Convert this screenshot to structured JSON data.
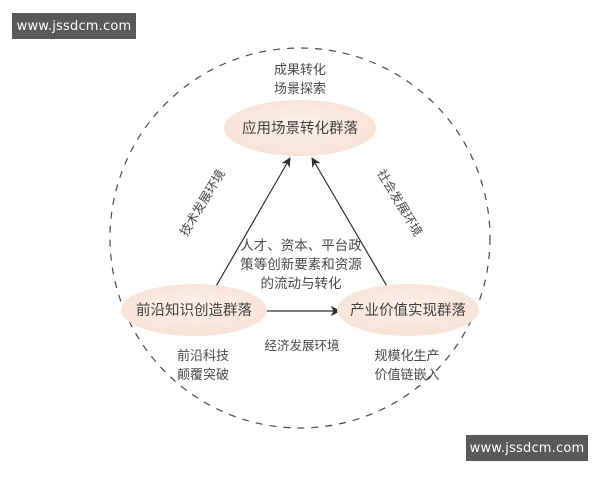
{
  "watermarks": [
    {
      "text": "www.jssdcm.com",
      "position": "top-left"
    },
    {
      "text": "www.jssdcm.com",
      "position": "bottom-right"
    }
  ],
  "diagram": {
    "type": "triangle-cluster-diagram",
    "boundary": {
      "shape": "dashed-circle",
      "label": ""
    },
    "colors": {
      "node_fill": "#f9e6da",
      "node_fill_light": "#fbf0e8",
      "text": "#3f3f3f",
      "arrow": "#333333",
      "boundary": "#4a4a4a",
      "watermark_bg": "#595959",
      "watermark_text": "#ffffff"
    },
    "nodes": [
      {
        "id": "top",
        "label": "应用场景转化群落"
      },
      {
        "id": "left",
        "label": "前沿知识创造群落"
      },
      {
        "id": "right",
        "label": "产业价值实现群落"
      }
    ],
    "node_captions": [
      {
        "id": "top",
        "lines": [
          "成果转化",
          "场景探索"
        ]
      },
      {
        "id": "left",
        "lines": [
          "前沿科技",
          "颠覆突破"
        ]
      },
      {
        "id": "right",
        "lines": [
          "规模化生产",
          "价值链嵌入"
        ]
      }
    ],
    "edge_labels": [
      {
        "id": "left-edge",
        "text": "技术发展环境",
        "rotation": -58
      },
      {
        "id": "right-edge",
        "text": "社会发展环境",
        "rotation": 58
      },
      {
        "id": "bottom-edge",
        "text": "经济发展环境",
        "rotation": 0
      }
    ],
    "center_note": {
      "lines": [
        "人才、资本、平台政",
        "策等创新要素和资源",
        "的流动与转化"
      ]
    },
    "arrows": [
      {
        "from": "left",
        "to": "top",
        "style": "single-head"
      },
      {
        "from": "right",
        "to": "top",
        "style": "single-head"
      },
      {
        "from": "left",
        "to": "right",
        "style": "double-head"
      }
    ]
  }
}
